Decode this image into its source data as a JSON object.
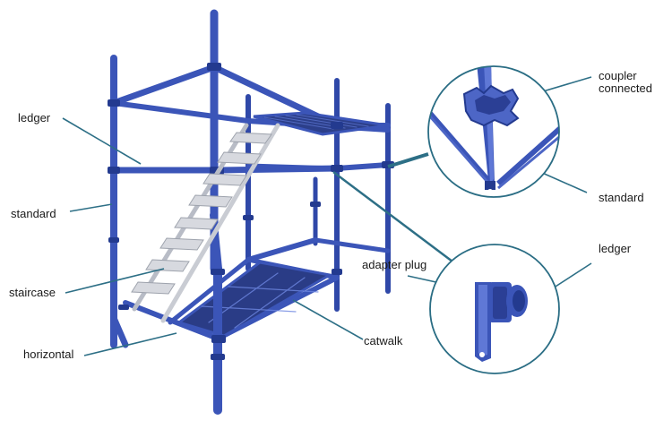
{
  "labels": {
    "ledger_left": "ledger",
    "standard_left": "standard",
    "staircase": "staircase",
    "horizontal": "horizontal",
    "catwalk": "catwalk",
    "adapter_plug": "adapter plug",
    "coupler_line1": "coupler",
    "coupler_line2": "connected",
    "standard_right": "standard",
    "ledger_right": "ledger"
  },
  "colors": {
    "frame": "#3b55b8",
    "frame_dark": "#233a8f",
    "frame_light": "#5f78d6",
    "stair": "#c9ccd3",
    "leader": "#2d6f86",
    "circle": "#2a6d84"
  }
}
